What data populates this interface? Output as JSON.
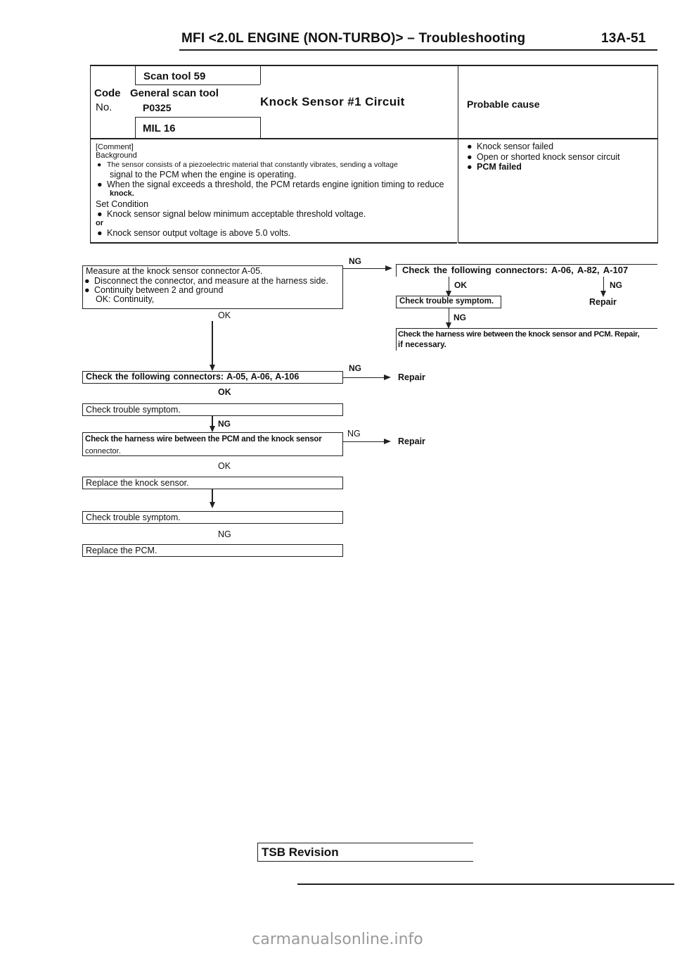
{
  "header": {
    "title": "MFI <2.0L ENGINE (NON-TURBO)> – Troubleshooting",
    "page_number": "13A-51"
  },
  "code_block": {
    "scan_tool_label": "Scan tool 59",
    "code_label": "Code",
    "no_label": "No.",
    "general_scan_tool_label": "General scan tool",
    "code_value": "P0325",
    "mil_label": "MIL 16",
    "title": "Knock Sensor #1 Circuit",
    "probable_cause_label": "Probable cause"
  },
  "comment": {
    "comment_label": "[Comment]",
    "background_label": "Background",
    "bg_item1_a": "The sensor consists of a piezoelectric material that constantly vibrates, sending a voltage",
    "bg_item1_b": "signal to the PCM when the engine is operating.",
    "bg_item2_a": "When the signal exceeds a threshold, the PCM retards engine ignition timing to reduce",
    "bg_item2_b": "knock.",
    "set_condition_label": "Set Condition",
    "set_item1": "Knock sensor signal below minimum acceptable threshold voltage.",
    "or_label": "or",
    "set_item2": "Knock sensor output voltage is above 5.0 volts."
  },
  "probable_causes": [
    "Knock sensor failed",
    "Open or shorted knock sensor circuit",
    "PCM failed"
  ],
  "flow": {
    "step1_line1": "Measure at the knock sensor connector A-05.",
    "step1_line2": "Disconnect the connector, and measure at the harness side.",
    "step1_line3": "Continuity between 2 and ground",
    "step1_line4": "OK: Continuity,",
    "ng_label": "NG",
    "ok_label": "OK",
    "check_connectors_right": "Check the following connectors: A-06, A-82, A-107",
    "check_trouble_symptom": "Check trouble symptom.",
    "repair": "Repair",
    "check_harness_right_a": "Check the harness wire between the knock sensor and PCM. Repair,",
    "check_harness_right_b": "if necessary.",
    "check_connectors_main": "Check the following connectors: A-05, A-06, A-106",
    "check_harness_main_a": "Check the harness wire between the PCM and the knock sensor",
    "check_harness_main_b": "connector.",
    "replace_sensor": "Replace the knock sensor.",
    "replace_pcm": "Replace the PCM."
  },
  "footer": {
    "tsb_revision": "TSB Revision"
  },
  "watermark": "carmanualsonline.info"
}
